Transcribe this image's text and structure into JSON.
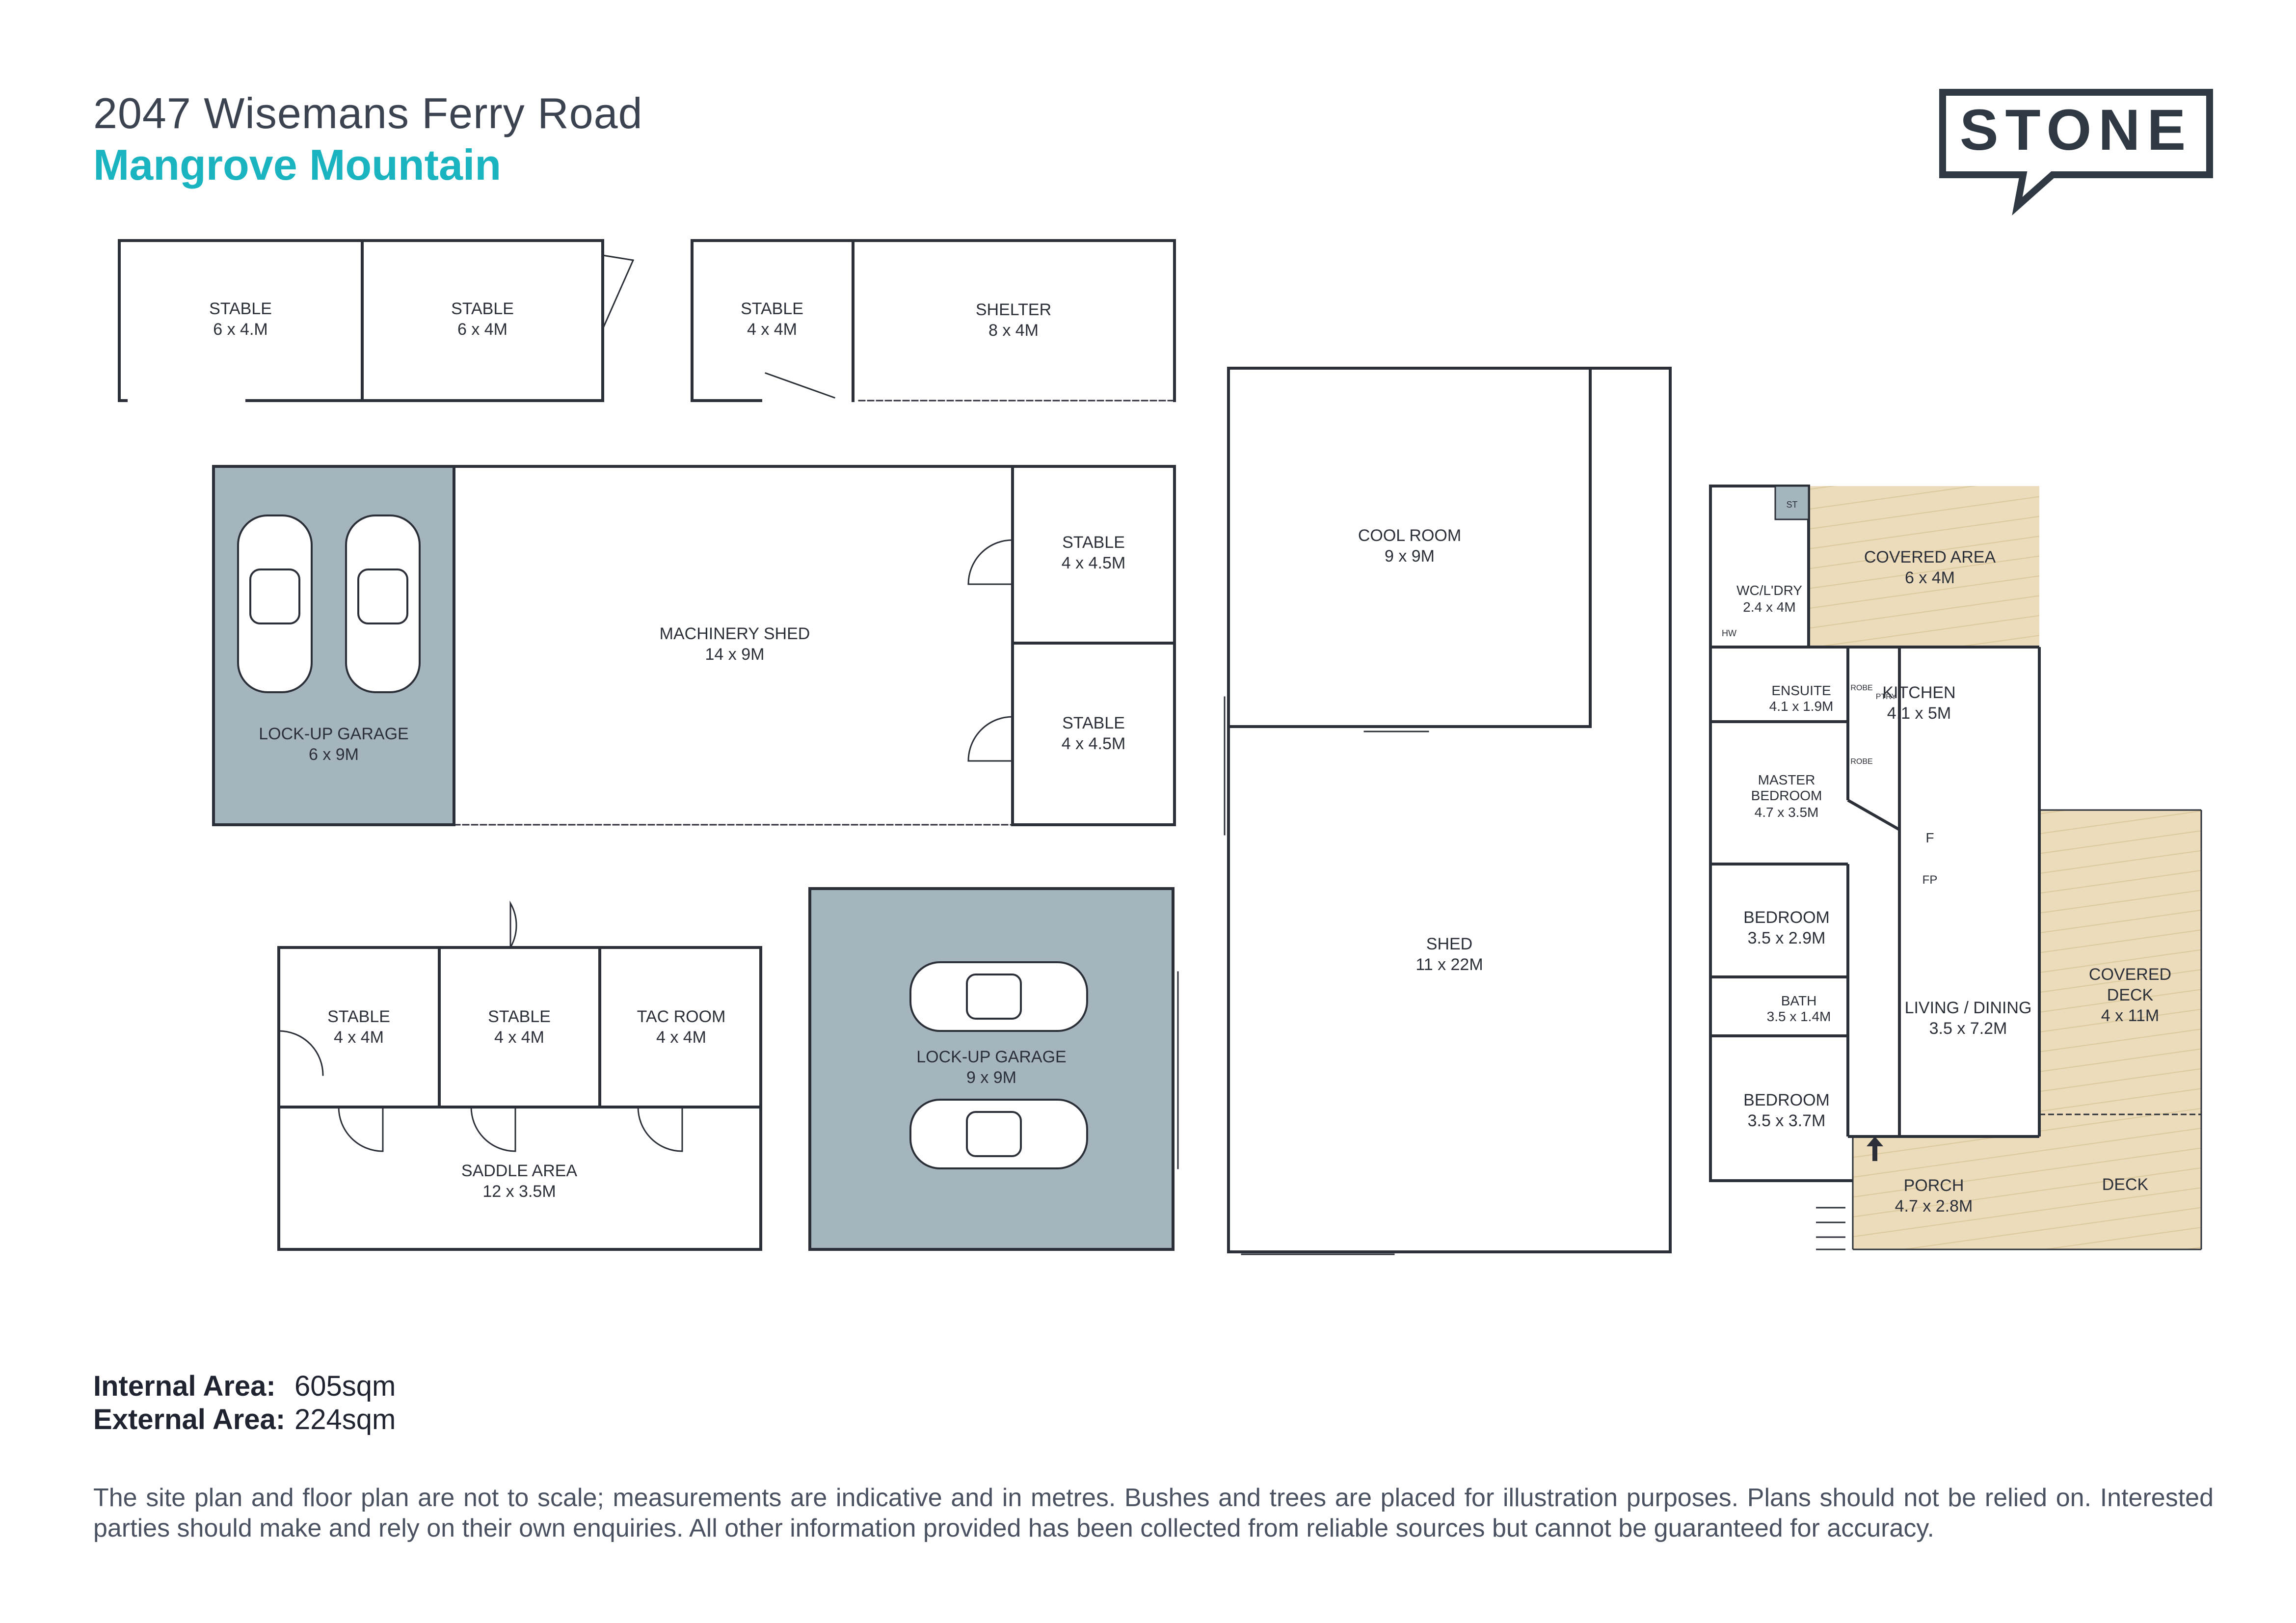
{
  "header": {
    "address": "2047 Wisemans Ferry Road",
    "suburb": "Mangrove Mountain"
  },
  "logo": {
    "text": "STONE",
    "color": "#2f3944"
  },
  "colors": {
    "accent": "#1ab3c0",
    "garage_fill": "#a5b5be",
    "deck_fill": "#ecdcbc",
    "wall": "#2b2f38"
  },
  "rooms": {
    "stable_a": {
      "name": "STABLE",
      "size": "6 x 4.M"
    },
    "stable_b": {
      "name": "STABLE",
      "size": "6 x 4M"
    },
    "stable_c": {
      "name": "STABLE",
      "size": "4 x 4M"
    },
    "shelter": {
      "name": "SHELTER",
      "size": "8 x 4M"
    },
    "lockup_garage_1": {
      "name": "LOCK-UP GARAGE",
      "size": "6 x 9M"
    },
    "machinery_shed": {
      "name": "MACHINERY SHED",
      "size": "14 x 9M"
    },
    "stable_d": {
      "name": "STABLE",
      "size": "4 x 4.5M"
    },
    "stable_e": {
      "name": "STABLE",
      "size": "4 x 4.5M"
    },
    "cool_room": {
      "name": "COOL ROOM",
      "size": "9 x 9M"
    },
    "shed": {
      "name": "SHED",
      "size": "11 x 22M"
    },
    "stable_f": {
      "name": "STABLE",
      "size": "4 x 4M"
    },
    "stable_g": {
      "name": "STABLE",
      "size": "4 x 4M"
    },
    "tac_room": {
      "name": "TAC ROOM",
      "size": "4 x 4M"
    },
    "saddle_area": {
      "name": "SADDLE AREA",
      "size": "12 x 3.5M"
    },
    "lockup_garage_2": {
      "name": "LOCK-UP GARAGE",
      "size": "9 x 9M"
    },
    "covered_area": {
      "name": "COVERED AREA",
      "size": "6 x 4M"
    },
    "wc_ldry": {
      "name": "WC/L'DRY",
      "size": "2.4 x 4M"
    },
    "st": {
      "name": "ST"
    },
    "hw": {
      "name": "HW"
    },
    "ensuite": {
      "name": "ENSUITE",
      "size": "4.1 x 1.9M"
    },
    "robe1": {
      "name": "ROBE"
    },
    "robe2": {
      "name": "ROBE"
    },
    "ptry": {
      "name": "PTRY"
    },
    "kitchen": {
      "name": "KITCHEN",
      "size": "4.1 x 5M"
    },
    "master_bedroom": {
      "name1": "MASTER",
      "name2": "BEDROOM",
      "size": "4.7 x 3.5M"
    },
    "fridge": {
      "name": "F"
    },
    "fireplace": {
      "name": "FP"
    },
    "bedroom1": {
      "name": "BEDROOM",
      "size": "3.5 x 2.9M"
    },
    "bath": {
      "name": "BATH",
      "size": "3.5 x 1.4M"
    },
    "bedroom2": {
      "name": "BEDROOM",
      "size": "3.5 x 3.7M"
    },
    "living": {
      "name": "LIVING / DINING",
      "size": "3.5 x 7.2M"
    },
    "covered_deck": {
      "name1": "COVERED",
      "name2": "DECK",
      "size": "4 x 11M"
    },
    "porch": {
      "name": "PORCH",
      "size": "4.7 x 2.8M"
    },
    "deck": {
      "name": "DECK"
    }
  },
  "areas": {
    "internal_label": "Internal Area:",
    "internal_value": "605sqm",
    "external_label": "External Area:",
    "external_value": "224sqm"
  },
  "disclaimer": "The site plan and floor plan are not to scale; measurements are indicative and in metres. Bushes and trees are placed for illustration purposes. Plans should not be relied on. Interested parties should make and rely on their own enquiries. All other information provided has been collected from reliable sources but cannot be guaranteed for accuracy."
}
